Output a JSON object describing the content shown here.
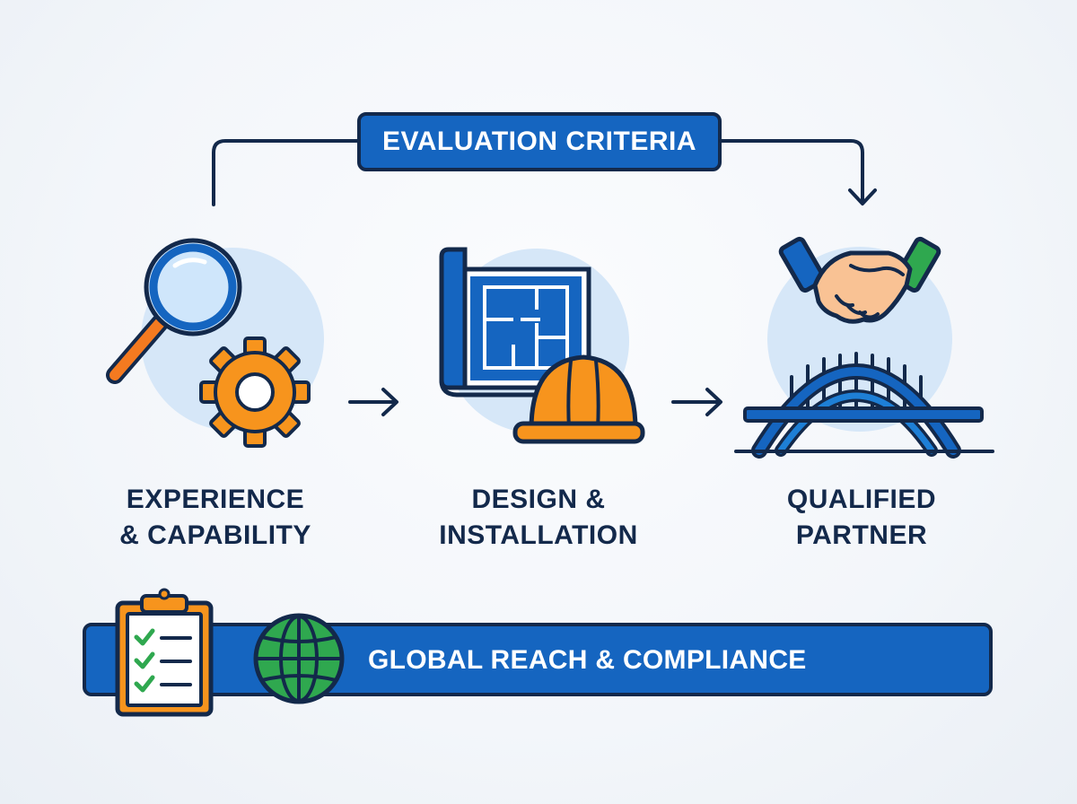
{
  "header": {
    "label": "EVALUATION CRITERIA"
  },
  "stages": [
    {
      "line1": "EXPERIENCE",
      "line2": "& CAPABILITY",
      "icons": [
        "magnifier-icon",
        "gear-icon"
      ]
    },
    {
      "line1": "DESIGN &",
      "line2": "INSTALLATION",
      "icons": [
        "blueprint-icon",
        "hard-hat-icon"
      ]
    },
    {
      "line1": "QUALIFIED",
      "line2": "PARTNER",
      "icons": [
        "handshake-icon",
        "bridge-icon"
      ]
    }
  ],
  "banner": {
    "label": "GLOBAL REACH & COMPLIANCE",
    "icons": [
      "checklist-clipboard-icon",
      "globe-icon"
    ]
  },
  "colors": {
    "navy": "#13294b",
    "blue": "#1565c0",
    "light_blue": "#d5e6f7",
    "orange": "#f7941d",
    "green": "#2fa84f",
    "skin": "#f9c294"
  }
}
